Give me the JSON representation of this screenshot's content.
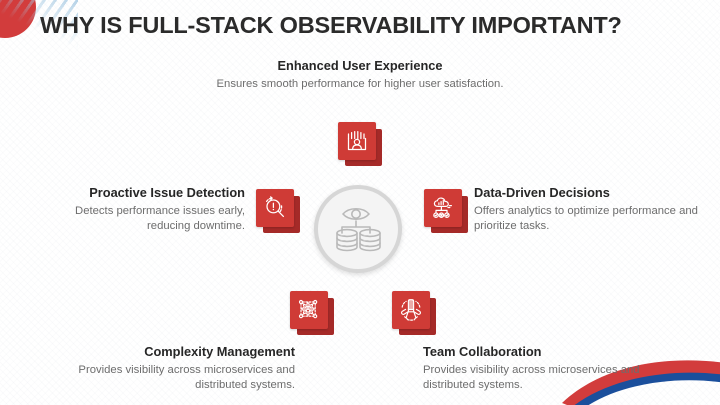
{
  "slide": {
    "title": "WHY IS FULL-STACK OBSERVABILITY IMPORTANT?",
    "center_icon": "eye-database-icon",
    "colors": {
      "accent_red": "#cf3b36",
      "accent_red_shadow": "#a52a28",
      "deco_blue": "#1b4f9c",
      "deco_light_blue": "#a9cbe3",
      "heading_text": "#262626",
      "body_text": "#6d6d6d",
      "center_ring": "#d6d6d6"
    }
  },
  "nodes": [
    {
      "id": "enhanced-user-experience",
      "heading": "Enhanced User Experience",
      "desc": "Ensures smooth performance for higher user satisfaction.",
      "icon": "user-group-icon"
    },
    {
      "id": "proactive-issue-detection",
      "heading": "Proactive Issue Detection",
      "desc": "Detects performance issues early, reducing downtime.",
      "icon": "magnifier-alert-icon"
    },
    {
      "id": "data-driven-decisions",
      "heading": "Data-Driven Decisions",
      "desc": "Offers analytics to optimize performance and prioritize tasks.",
      "icon": "cloud-analytics-icon"
    },
    {
      "id": "complexity-management",
      "heading": "Complexity Management",
      "desc": "Provides visibility across microservices and distributed systems.",
      "icon": "gear-network-icon"
    },
    {
      "id": "team-collaboration",
      "heading": "Team Collaboration",
      "desc": "Provides visibility across microservices and distributed systems.",
      "icon": "teamwork-hands-icon"
    }
  ]
}
